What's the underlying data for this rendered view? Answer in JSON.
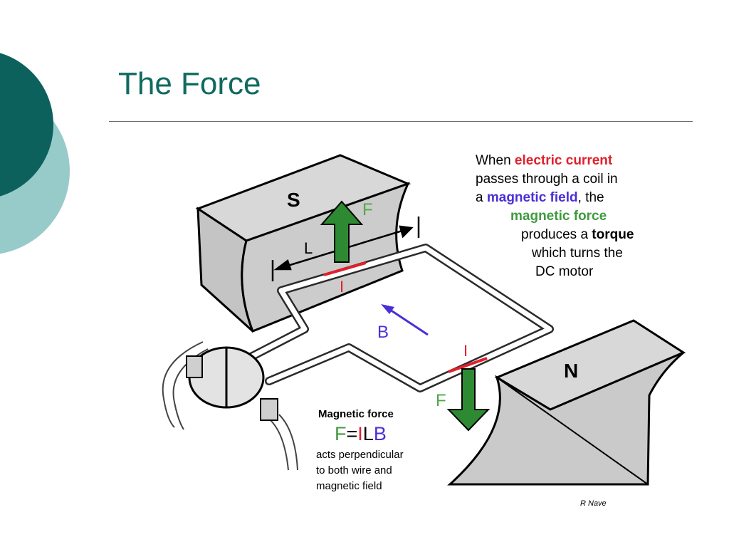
{
  "slide": {
    "title": "The Force"
  },
  "colors": {
    "title": "#0f6a60",
    "accent_dark": "#0c615c",
    "accent_light": "#97cbc9",
    "magnet": "#cfcfcf",
    "force_arrow": "#2e8a32",
    "current": "#e0202d",
    "field": "#4a2fd6"
  },
  "diagram": {
    "pole_s": "S",
    "pole_n": "N",
    "force_label_top": "F",
    "force_label_bottom": "F",
    "length_label": "L",
    "current_label_top": "I",
    "current_label_bottom": "I",
    "field_label": "B",
    "credit": "R Nave",
    "caption": {
      "line1_a": "When ",
      "line1_b": "electric current",
      "line2": "passes through a  coil in",
      "line3_a": "a ",
      "line3_b": "magnetic field",
      "line3_c": ", the",
      "line4": "magnetic force",
      "line5_a": "produces a ",
      "line5_b": "torque",
      "line6": "which turns the",
      "line7": "DC motor"
    },
    "formula_box": {
      "heading": "Magnetic force",
      "f": "F",
      "eq": "=",
      "i": "I",
      "l": "L",
      "b": "B",
      "line1": "acts perpendicular",
      "line2": "to both wire and",
      "line3": "magnetic field"
    }
  }
}
